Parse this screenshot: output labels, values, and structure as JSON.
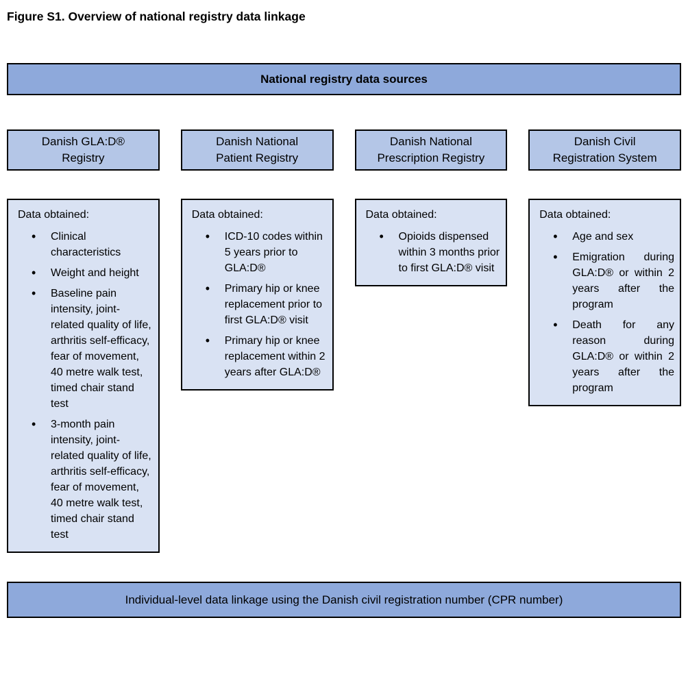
{
  "title": "Figure S1. Overview of national registry data linkage",
  "top_banner": "National registry data sources",
  "bottom_banner": "Individual-level data linkage using the Danish civil registration number (CPR number)",
  "labels": {
    "data_obtained": "Data obtained:"
  },
  "colors": {
    "banner": "#8EA9DB",
    "header": "#B4C6E7",
    "panel": "#D9E2F3",
    "border": "#000000",
    "text": "#000000"
  },
  "columns": [
    {
      "header_lines": [
        "Danish GLA:D®",
        "Registry"
      ],
      "bullets": [
        "Clinical characteristics",
        "Weight and height",
        "Baseline pain intensity, joint-related quality of life, arthritis self-efficacy, fear of movement, 40 metre walk test, timed chair stand test",
        "3-month pain intensity, joint-related quality of life, arthritis self-efficacy, fear of movement, 40 metre walk test, timed chair stand test"
      ]
    },
    {
      "header_lines": [
        "Danish National",
        "Patient Registry"
      ],
      "bullets": [
        "ICD-10 codes within 5 years prior to GLA:D®",
        "Primary hip or knee replacement prior to first GLA:D® visit",
        "Primary hip or knee replacement within 2 years after GLA:D®"
      ]
    },
    {
      "header_lines": [
        "Danish National",
        "Prescription Registry"
      ],
      "bullets": [
        "Opioids dispensed within 3 months prior to first GLA:D® visit"
      ]
    },
    {
      "header_lines": [
        "Danish Civil",
        "Registration System"
      ],
      "bullets": [
        "Age and sex",
        "Emigration during GLA:D® or within 2 years after the program",
        "Death for any reason during GLA:D® or within 2 years after the program"
      ]
    }
  ]
}
